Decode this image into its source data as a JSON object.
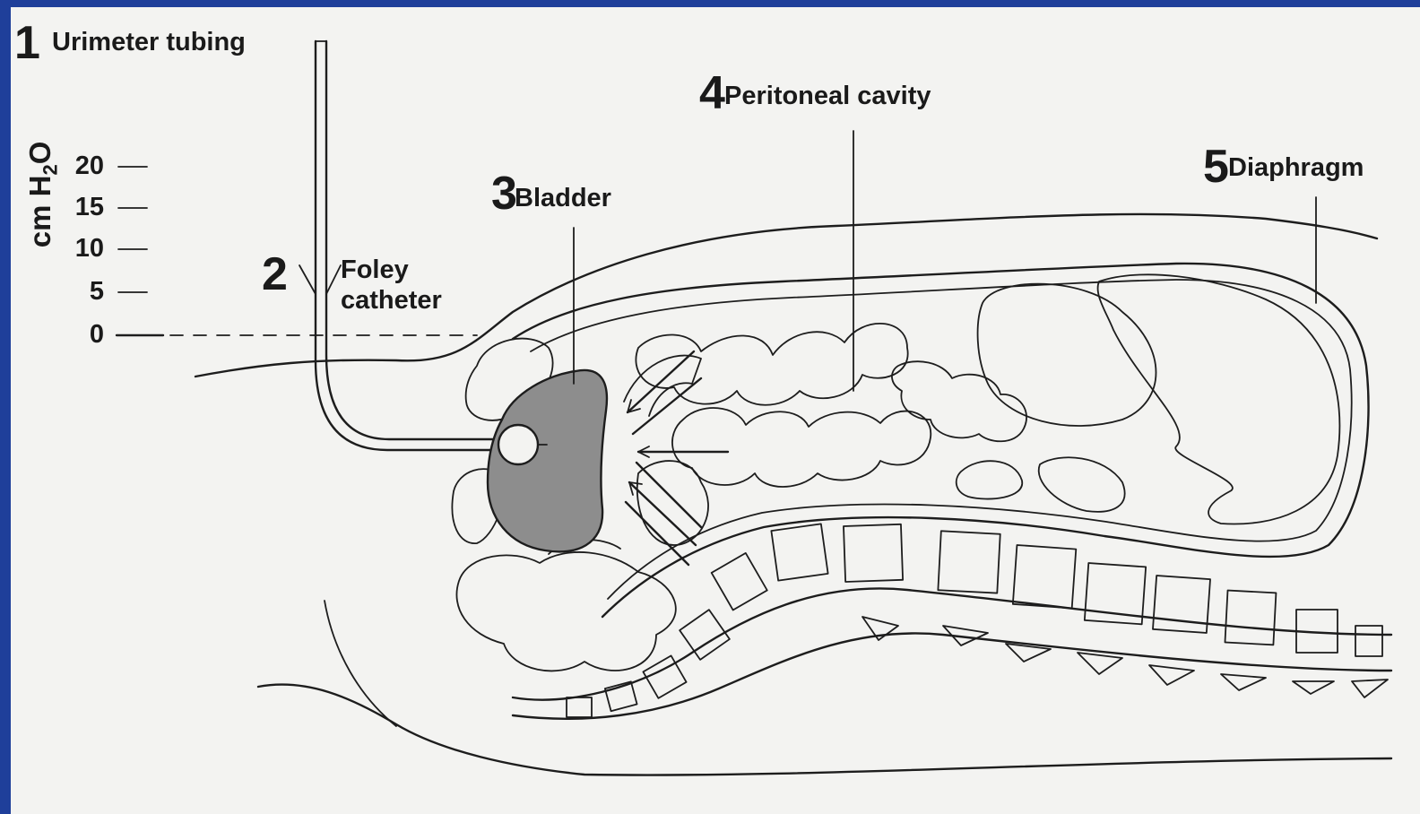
{
  "labels": {
    "urimeter": {
      "number": "1",
      "text": "Urimeter tubing"
    },
    "foley": {
      "number": "2",
      "text_line1": "Foley",
      "text_line2": "catheter"
    },
    "bladder": {
      "number": "3",
      "text": "Bladder"
    },
    "peritoneal": {
      "number": "4",
      "text": "Peritoneal cavity"
    },
    "diaphragm": {
      "number": "5",
      "text": "Diaphragm"
    }
  },
  "scale": {
    "unit_prefix": "cm H",
    "unit_sub": "2",
    "unit_suffix": "O",
    "ticks": [
      "20",
      "15",
      "10",
      "5",
      "0"
    ]
  },
  "colors": {
    "background_frame": "#1f3f9a",
    "paper": "#f3f3f1",
    "ink": "#1d1d1d",
    "bladder_fill": "#8d8d8d"
  }
}
